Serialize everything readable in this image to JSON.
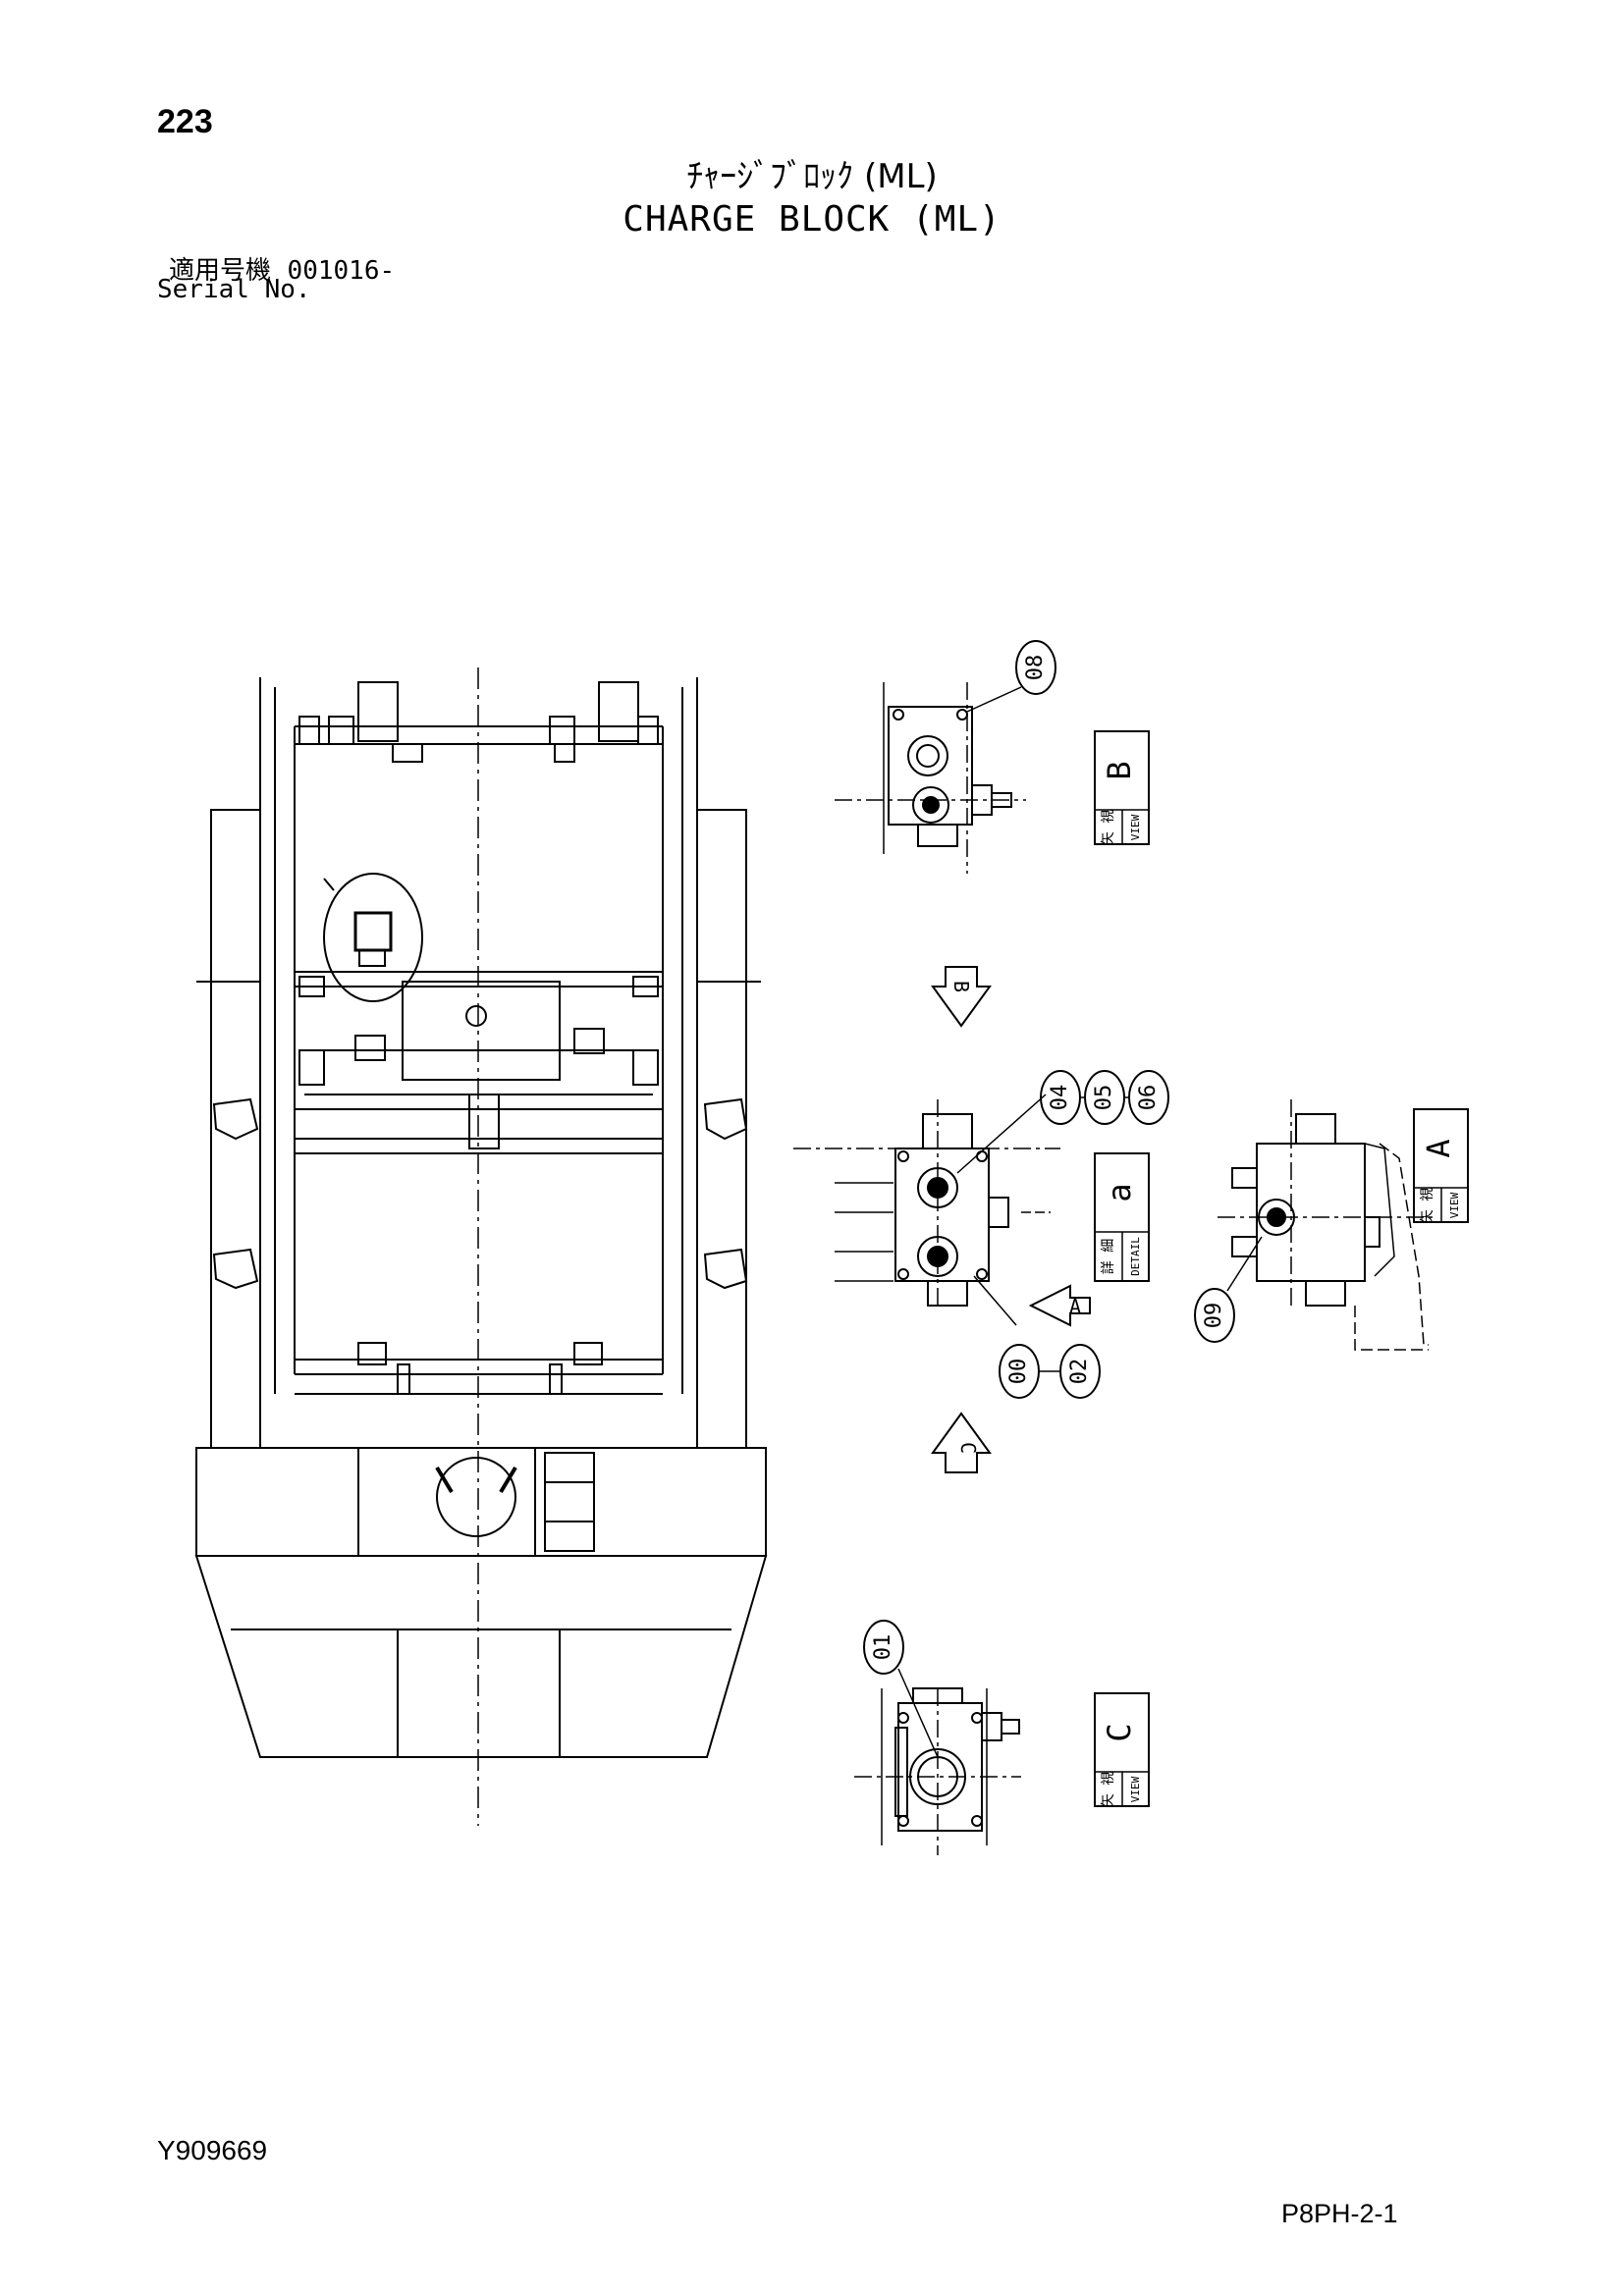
{
  "header": {
    "page_number": "223",
    "title_jp": "ﾁｬｰｼﾞﾌﾞﾛｯｸ (ML)",
    "title_en": "CHARGE BLOCK (ML)",
    "serial_label_jp": "適用号機",
    "serial_value": "001016-",
    "serial_label_en": "Serial No."
  },
  "footer": {
    "document_code": "Y909669",
    "sheet_code": "P8PH-2-1"
  },
  "callouts": {
    "c00": "00",
    "c01": "01",
    "c02": "02",
    "c04": "04",
    "c05": "05",
    "c06": "06",
    "c08": "08",
    "c09": "09"
  },
  "view_labels": {
    "view_jp": "矢 視",
    "view_en": "VIEW",
    "detail_jp": "詳 細",
    "detail_en": "DETAIL",
    "letter_a": "A",
    "letter_b": "B",
    "letter_c": "C",
    "letter_detail": "a"
  },
  "arrows": {
    "arrow_a": "A",
    "arrow_b": "B",
    "arrow_c": "C"
  }
}
